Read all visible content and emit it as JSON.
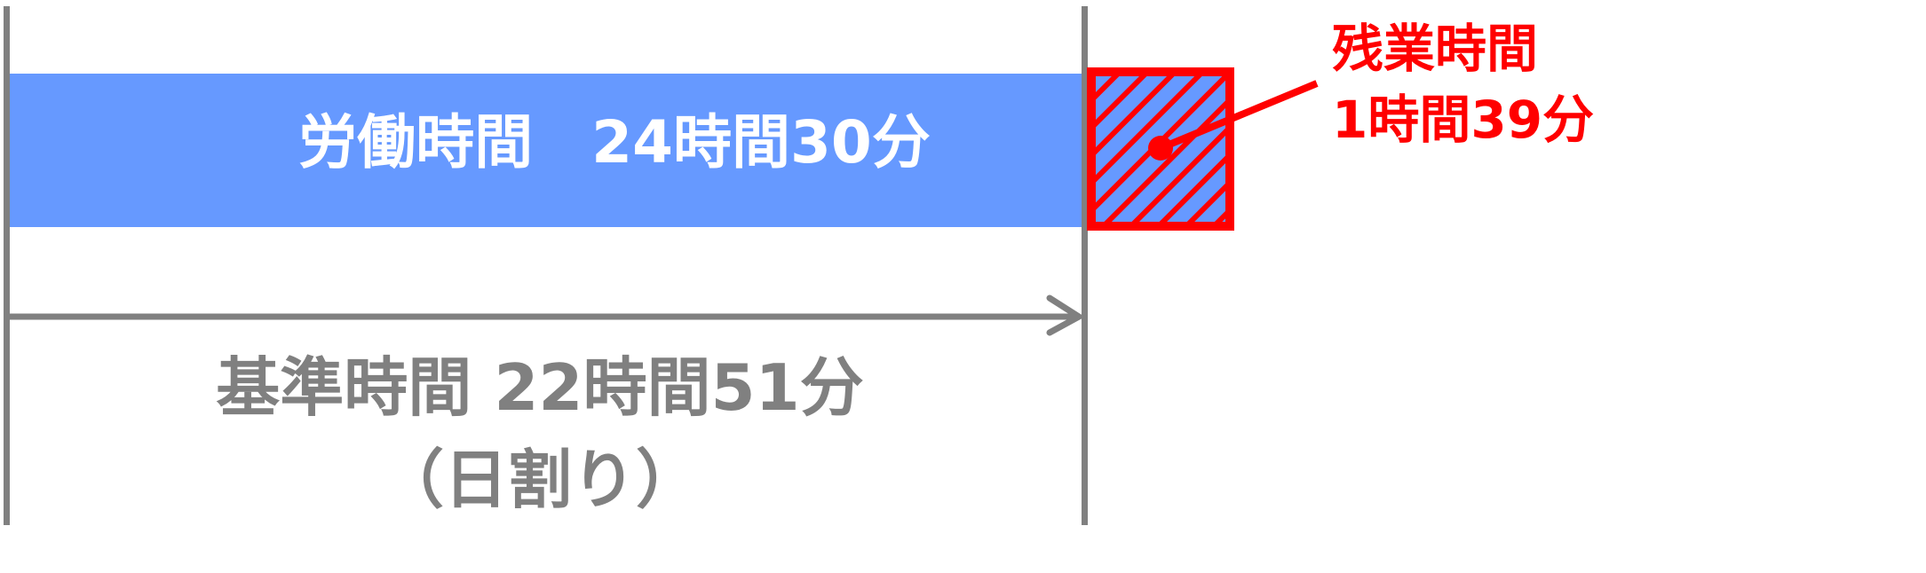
{
  "colors": {
    "work_bar": "#6699FF",
    "overtime": "#FF0000",
    "guide": "#808080",
    "work_text": "#FFFFFF"
  },
  "work": {
    "label": "労働時間　24時間30分"
  },
  "overtime": {
    "title": "残業時間",
    "value": "1時間39分"
  },
  "standard": {
    "line1": "基準時間 22時間51分",
    "line2": "（日割り）"
  }
}
